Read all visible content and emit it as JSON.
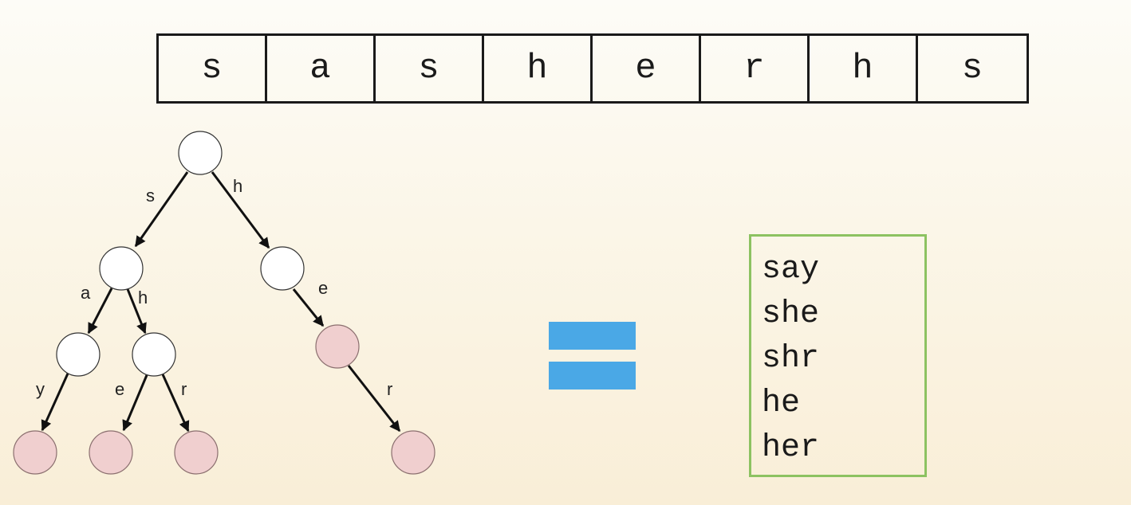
{
  "input_string": [
    "s",
    "a",
    "s",
    "h",
    "e",
    "r",
    "h",
    "s"
  ],
  "trie": {
    "nodes": [
      {
        "id": "root",
        "terminal": false
      },
      {
        "id": "s",
        "terminal": false
      },
      {
        "id": "h",
        "terminal": false
      },
      {
        "id": "sa",
        "terminal": false
      },
      {
        "id": "sh",
        "terminal": false
      },
      {
        "id": "he",
        "terminal": true
      },
      {
        "id": "say",
        "terminal": true
      },
      {
        "id": "she",
        "terminal": true
      },
      {
        "id": "shr",
        "terminal": true
      },
      {
        "id": "her",
        "terminal": true
      }
    ],
    "edges": [
      {
        "from": "root",
        "to": "s",
        "label": "s"
      },
      {
        "from": "root",
        "to": "h",
        "label": "h"
      },
      {
        "from": "s",
        "to": "sa",
        "label": "a"
      },
      {
        "from": "s",
        "to": "sh",
        "label": "h"
      },
      {
        "from": "h",
        "to": "he",
        "label": "e"
      },
      {
        "from": "sa",
        "to": "say",
        "label": "y"
      },
      {
        "from": "sh",
        "to": "she",
        "label": "e"
      },
      {
        "from": "sh",
        "to": "shr",
        "label": "r"
      },
      {
        "from": "he",
        "to": "her",
        "label": "r"
      }
    ]
  },
  "colors": {
    "equals": "#4aa8e6",
    "word_box_border": "#8cc261",
    "terminal_node": "#f0cfcf"
  },
  "words": [
    "say",
    "she",
    "shr",
    "he",
    "her"
  ]
}
